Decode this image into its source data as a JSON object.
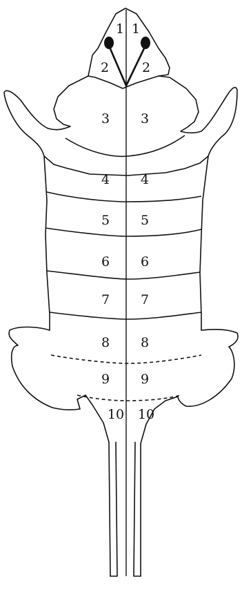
{
  "regions": [
    {
      "id": 1,
      "left": "1",
      "right": "1"
    },
    {
      "id": 2,
      "left": "2",
      "right": "2"
    },
    {
      "id": 3,
      "left": "3",
      "right": "3"
    },
    {
      "id": 4,
      "left": "4",
      "right": "4"
    },
    {
      "id": 5,
      "left": "5",
      "right": "5"
    },
    {
      "id": 6,
      "left": "6",
      "right": "6"
    },
    {
      "id": 7,
      "left": "7",
      "right": "7"
    },
    {
      "id": 8,
      "left": "8",
      "right": "8"
    },
    {
      "id": 9,
      "left": "9",
      "right": "9"
    },
    {
      "id": 10,
      "left": "10",
      "right": "10"
    }
  ]
}
